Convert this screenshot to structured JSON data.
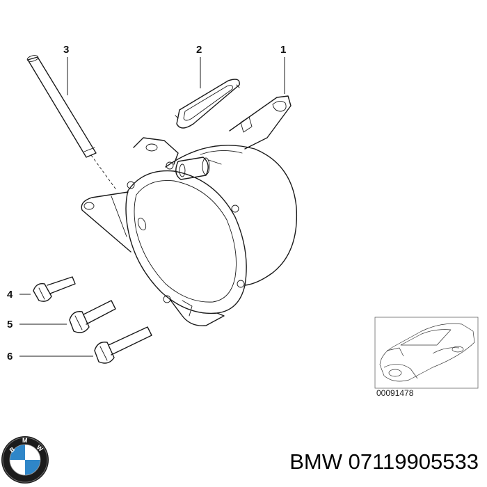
{
  "diagram": {
    "callouts": [
      {
        "id": "1",
        "label": "1"
      },
      {
        "id": "2",
        "label": "2"
      },
      {
        "id": "3",
        "label": "3"
      },
      {
        "id": "4",
        "label": "4"
      },
      {
        "id": "5",
        "label": "5"
      },
      {
        "id": "6",
        "label": "6"
      }
    ],
    "thumbnail": {
      "code": "00091478"
    },
    "footer": {
      "brand": "BMW",
      "part_number": "07119905533"
    },
    "icons": {
      "logo": "bmw-roundel-icon"
    },
    "colors": {
      "line": "#1a1a1a",
      "logo_blue": "#2f86c8",
      "logo_ring": "#1b1b1b"
    }
  }
}
